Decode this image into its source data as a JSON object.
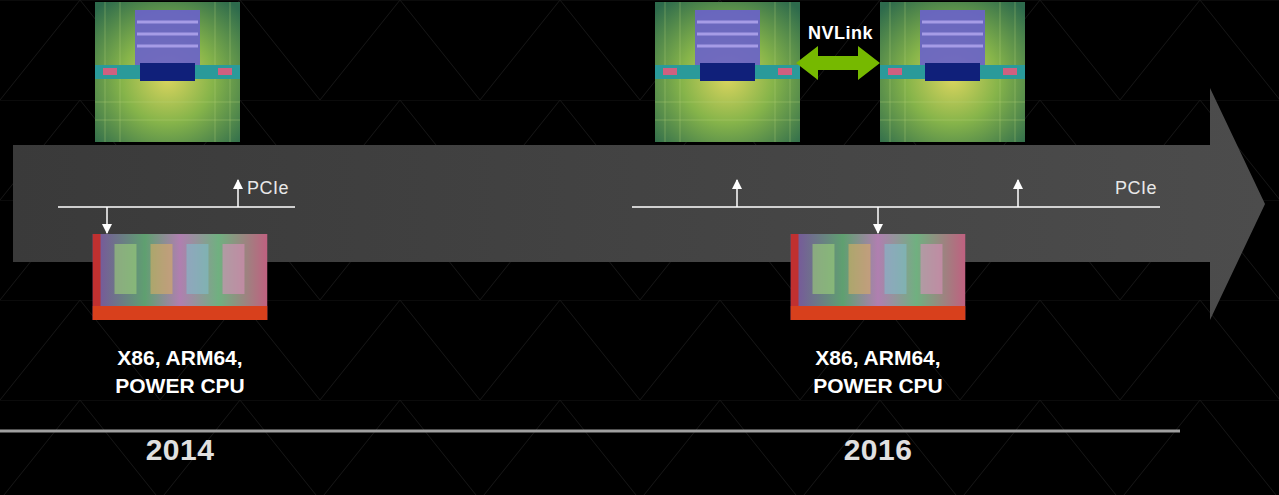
{
  "diagram": {
    "nodes": [
      {
        "text": [
          "X86, ARM64, POWER CPU"
        ]
      },
      {
        "text": [
          "X86, ARM64, POWER CPU"
        ]
      }
    ],
    "labels": [
      "NVLink",
      "PCIe",
      "PCIe",
      "2014",
      "2016"
    ]
  }
}
